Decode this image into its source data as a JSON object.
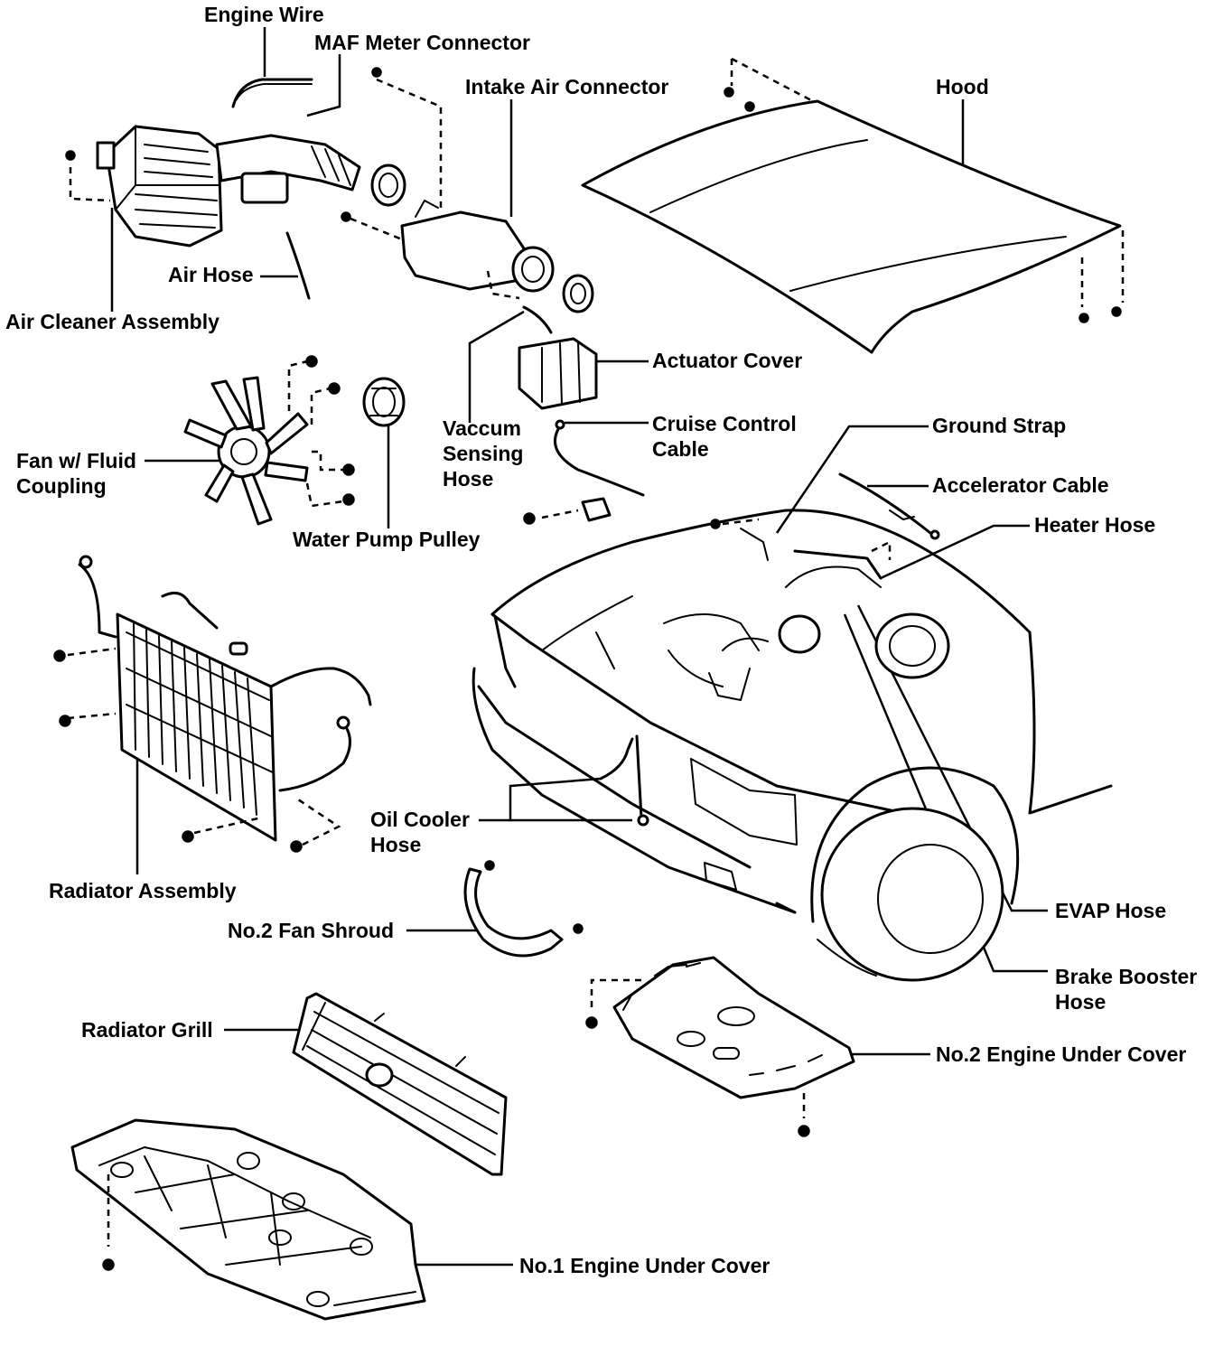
{
  "labels": {
    "engine_wire": "Engine Wire",
    "maf_meter_connector": "MAF Meter Connector",
    "intake_air_connector": "Intake Air Connector",
    "hood": "Hood",
    "air_hose": "Air Hose",
    "air_cleaner_assembly": "Air Cleaner Assembly",
    "actuator_cover": "Actuator Cover",
    "vaccum_sensing_hose": [
      "Vaccum",
      "Sensing",
      "Hose"
    ],
    "cruise_control_cable": [
      "Cruise Control",
      "Cable"
    ],
    "ground_strap": "Ground Strap",
    "accelerator_cable": "Accelerator Cable",
    "heater_hose": "Heater Hose",
    "fan_with_fluid_coupling": [
      "Fan w/ Fluid",
      "Coupling"
    ],
    "water_pump_pulley": "Water Pump Pulley",
    "oil_cooler_hose": [
      "Oil Cooler",
      "Hose"
    ],
    "radiator_assembly": "Radiator Assembly",
    "no2_fan_shroud": "No.2 Fan Shroud",
    "evap_hose": "EVAP Hose",
    "brake_booster_hose": [
      "Brake Booster",
      "Hose"
    ],
    "radiator_grill": "Radiator Grill",
    "no2_engine_under_cover": "No.2 Engine Under Cover",
    "no1_engine_under_cover": "No.1 Engine Under Cover"
  }
}
